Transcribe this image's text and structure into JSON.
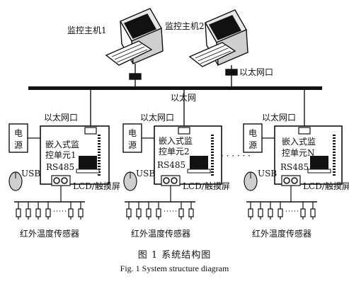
{
  "labels": {
    "host1": "监控主机1",
    "host2": "监控主机2",
    "host_ethernet_port": "以太网口",
    "ethernet": "以太网",
    "unit_ethernet_port": "以太网口",
    "power": [
      "电",
      "源"
    ],
    "usb": "USB",
    "rs485": "RS485",
    "display": "LCD/触摸屏",
    "sensors": "红外温度传感器",
    "ellipsis": "· · · · · ·",
    "units": [
      [
        "嵌入式监",
        "控单元1"
      ],
      [
        "嵌入式监",
        "控单元2"
      ],
      [
        "嵌入式监",
        "控单元N"
      ]
    ]
  },
  "caption": {
    "cn": "图 1   系统结构图",
    "en": "Fig. 1   System structure diagram"
  },
  "colors": {
    "ink": "#111111",
    "gray": "#cfcfcf",
    "light": "#e8e8e8"
  }
}
